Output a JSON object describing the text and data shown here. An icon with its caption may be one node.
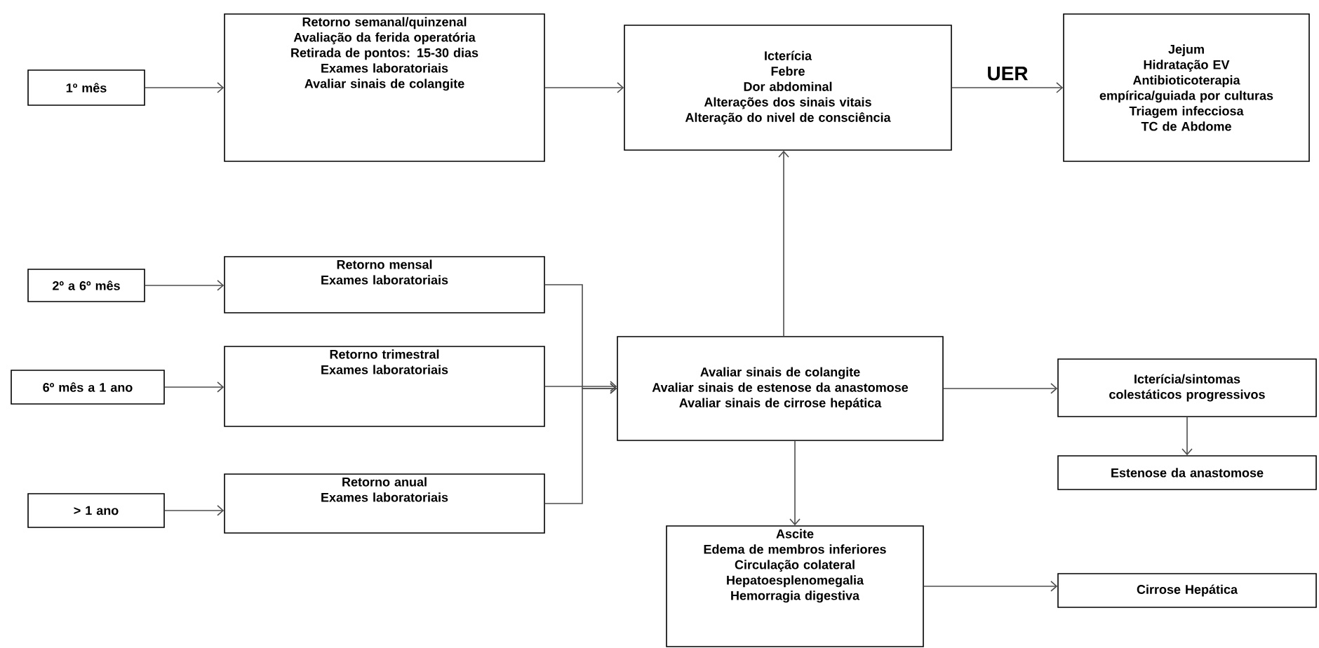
{
  "diagram": {
    "nodes": [
      {
        "text": [
          "1º mês"
        ]
      },
      {
        "text": [
          "Retorno semanal/quinzenal",
          "Avaliação da ferida operatória",
          "Retirada de pontos: 15-30 dias",
          "Exames laboratoriais",
          "Avaliar sinais de colangite"
        ]
      },
      {
        "text": [
          "Icterícia",
          "Febre",
          "Dor abdominal",
          "Alterações dos sinais vitais",
          "Alteração do nivel de consciência"
        ]
      },
      {
        "text": [
          "Jejum",
          "Hidratação EV",
          "Antibioticoterapia empírica/guiada por culturas",
          "Triagem infecciosa",
          "TC de Abdome"
        ]
      },
      {
        "text": [
          "2º a 6º mês"
        ]
      },
      {
        "text": [
          "Retorno mensal",
          "Exames laboratoriais"
        ]
      },
      {
        "text": [
          "6º mês a 1 ano"
        ]
      },
      {
        "text": [
          "Retorno trimestral",
          "Exames laboratoriais"
        ]
      },
      {
        "text": [
          "> 1 ano"
        ]
      },
      {
        "text": [
          "Retorno anual",
          "Exames laboratoriais"
        ]
      },
      {
        "text": [
          "Avaliar sinais de colangite",
          "Avaliar sinais de estenose da anastomose",
          "Avaliar sinais de cirrose hepática"
        ]
      },
      {
        "text": [
          "Icterícia/sintomas colestáticos progressivos"
        ]
      },
      {
        "text": [
          "Estenose da anastomose"
        ]
      },
      {
        "text": [
          "Ascite",
          "Edema de membros inferiores",
          "Circulação colateral",
          "Hepatoesplenomegalia",
          "Hemorragia digestiva"
        ]
      },
      {
        "text": [
          "Cirrose Hepática"
        ]
      }
    ],
    "edges": [
      {
        "from": 0,
        "to": 1,
        "arrow": "to"
      },
      {
        "from": 1,
        "to": 2,
        "arrow": "to"
      },
      {
        "from": 2,
        "to": 3,
        "arrow": "to",
        "label": "UER"
      },
      {
        "from": 4,
        "to": 5,
        "arrow": "to"
      },
      {
        "from": 6,
        "to": 7,
        "arrow": "to"
      },
      {
        "from": 8,
        "to": 9,
        "arrow": "to"
      },
      {
        "from": 5,
        "to": 10,
        "arrow": "to"
      },
      {
        "from": 7,
        "to": 10,
        "arrow": "to"
      },
      {
        "from": 9,
        "to": 10,
        "arrow": "to"
      },
      {
        "from": 10,
        "to": 2,
        "arrow": "to"
      },
      {
        "from": 10,
        "to": 11,
        "arrow": "to"
      },
      {
        "from": 11,
        "to": 12,
        "arrow": "to"
      },
      {
        "from": 10,
        "to": 13,
        "arrow": "to"
      },
      {
        "from": 13,
        "to": 14,
        "arrow": "to"
      }
    ]
  }
}
